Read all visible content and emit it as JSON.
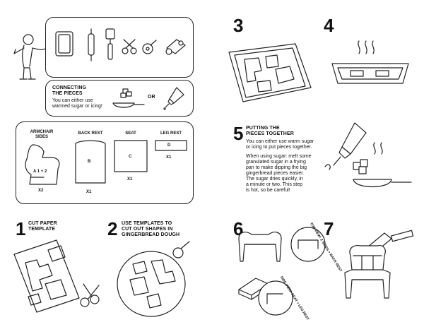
{
  "tools_panel": {
    "icons": [
      "baking-tray-icon",
      "rolling-pin-icon",
      "spatula-icon",
      "scissors-icon",
      "pizza-cutter-icon",
      "paper-roll-icon"
    ]
  },
  "connecting": {
    "title_line1": "CONNECTING",
    "title_line2": "THE PIECES",
    "text_line1": "You can either use",
    "text_line2": "warmed sugar or icing!",
    "or_label": "OR"
  },
  "templates": {
    "armchair": {
      "label_line1": "ARMCHAIR",
      "label_line2": "SIDES",
      "inner": "A 1 + 2",
      "qty": "X2"
    },
    "back_rest": {
      "label": "BACK REST",
      "inner": "B",
      "qty": "X1"
    },
    "seat": {
      "label": "SEAT",
      "inner": "C",
      "qty": "X1"
    },
    "leg_rest": {
      "label": "LEG REST",
      "inner": "D",
      "qty": "X1"
    }
  },
  "steps": {
    "s1": {
      "num": "1",
      "title_line1": "CUT PAPER",
      "title_line2": "TEMPLATE"
    },
    "s2": {
      "num": "2",
      "title_line1": "USE TEMPLATES TO",
      "title_line2": "CUT OUT SHAPES IN",
      "title_line3": "GINGERBREAD DOUGH"
    },
    "s3": {
      "num": "3"
    },
    "s4": {
      "num": "4"
    },
    "s5": {
      "num": "5",
      "title_line1": "PUTTING THE",
      "title_line2": "PIECES TOGETHER",
      "lines_a": [
        "You can either use warm sugar",
        "or icing to put pieces together."
      ],
      "lines_b": [
        "When using sugar: melt some",
        "granulated sugar in a frying",
        "pan to make dipping the big",
        "gingerbread pieces easier.",
        "The sugar dries quickly, in",
        "a minute or two. This step",
        "is hot, so be careful!"
      ]
    },
    "s6": {
      "num": "6",
      "top_view": "TOP VIEW: 2 SIDES + BACK REST",
      "side_view": "SIDE VIEW: SEAT + LEG REST"
    },
    "s7": {
      "num": "7"
    }
  }
}
